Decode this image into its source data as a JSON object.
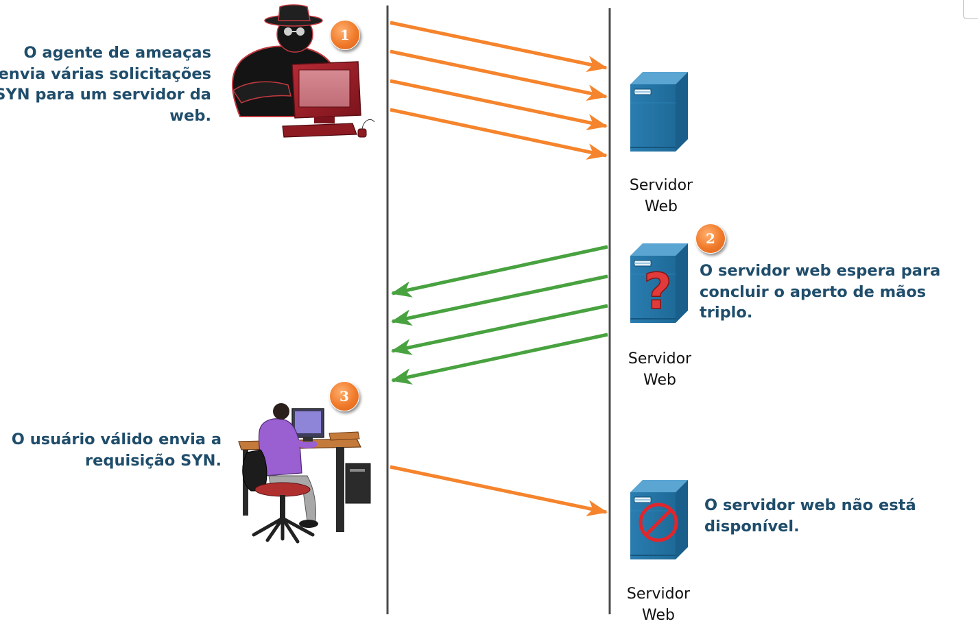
{
  "step1": {
    "badge": "1",
    "text_lines": [
      "O agente de ameaças",
      "envia várias solicitações",
      "SYN para um servidor da",
      "web."
    ]
  },
  "step2": {
    "badge": "2",
    "text_lines": [
      "O servidor web espera para",
      "concluir o aperto de mãos triplo."
    ]
  },
  "step3": {
    "badge": "3",
    "text_lines": [
      "O usuário válido envia a",
      "requisição SYN."
    ]
  },
  "step4": {
    "text_lines": [
      "O servidor web não está",
      "disponível."
    ]
  },
  "servers": [
    {
      "label_lines": [
        "Servidor",
        "Web"
      ],
      "state": "normal"
    },
    {
      "label_lines": [
        "Servidor",
        "Web"
      ],
      "state": "waiting (question mark)"
    },
    {
      "label_lines": [
        "Servidor",
        "Web"
      ],
      "state": "unavailable (prohibited sign)"
    }
  ],
  "icons": [
    "hacker-at-computer-icon",
    "web-server-icon",
    "web-server-question-icon",
    "web-server-blocked-icon",
    "user-at-desk-icon"
  ],
  "colors": {
    "syn_arrow": "#f5842c",
    "synack_arrow": "#48a23f",
    "timeline": "#4a4a4a",
    "note_text": "#1f4d6b",
    "server_blue": "#2d7fb0",
    "hacker_computer": "#9c1d26"
  }
}
